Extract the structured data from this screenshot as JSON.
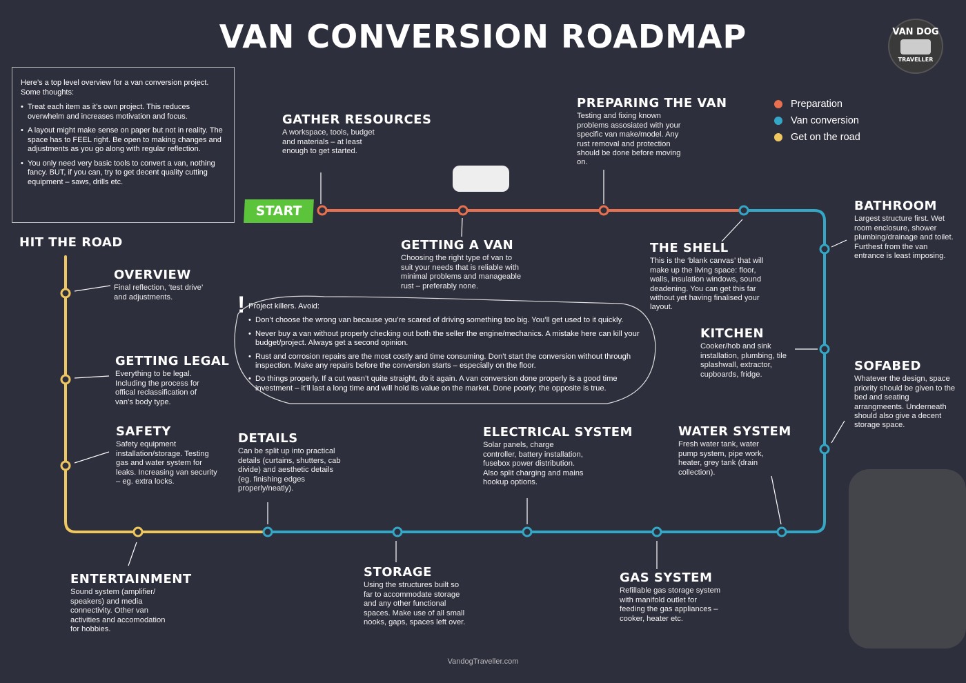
{
  "title": "VAN CONVERSION ROADMAP",
  "logo": {
    "line1": "VAN DOG",
    "line2": "TRAVELLER"
  },
  "intro": {
    "lead": "Here’s a top level overview for a van conversion project. Some thoughts:",
    "points": [
      "Treat each item as it’s own project. This reduces overwhelm and increases motivation and focus.",
      "A layout might make sense on paper but not in reality. The space has to FEEL right. Be open to making changes and adjustments as you go along with regular reflection.",
      "You only need very basic tools to convert a van, nothing fancy. BUT, if you can, try to get decent quality cutting equipment – saws, drills etc."
    ]
  },
  "legend": [
    {
      "label": "Preparation",
      "color": "#e8704f"
    },
    {
      "label": "Van conversion",
      "color": "#35a7c6"
    },
    {
      "label": "Get on the road",
      "color": "#f0c75e"
    }
  ],
  "start_label": "START",
  "hit_the_road": "HIT THE ROAD",
  "steps": {
    "gather": {
      "title": "GATHER RESOURCES",
      "text": "A workspace, tools, budget and materials – at least enough to get started."
    },
    "getting_van": {
      "title": "GETTING A VAN",
      "text": "Choosing the right type of van to suit your needs that is reliable with minimal problems and manageable rust – preferably none."
    },
    "preparing": {
      "title": "PREPARING THE VAN",
      "text": "Testing and fixing known problems assosiated with your specific van make/model. Any rust removal and protection should be done before moving on."
    },
    "shell": {
      "title": "THE SHELL",
      "text": "This is the ‘blank canvas’ that will make up the living space: floor, walls, insulation windows, sound deadening. You can get this far without yet having finalised your layout."
    },
    "bathroom": {
      "title": "BATHROOM",
      "text": "Largest structure first. Wet room enclosure, shower plumbing/drainage and toilet. Furthest from the van entrance is least imposing."
    },
    "kitchen": {
      "title": "KITCHEN",
      "text": "Cooker/hob and sink installation, plumbing, tile splashwall, extractor, cupboards, fridge."
    },
    "sofabed": {
      "title": "SOFABED",
      "text": "Whatever the design, space priority should be given to the bed and seating arrangmeents. Underneath should also give a decent storage space."
    },
    "water": {
      "title": "WATER SYSTEM",
      "text": "Fresh water tank, water pump system, pipe work, heater, grey tank (drain collection)."
    },
    "gas": {
      "title": "GAS SYSTEM",
      "text": "Refillable gas storage system with manifold outlet for feeding the gas appliances – cooker, heater etc."
    },
    "electrical": {
      "title": "ELECTRICAL SYSTEM",
      "text": "Solar panels, charge controller, battery installation, fusebox power distribution. Also split charging and mains hookup options."
    },
    "storage": {
      "title": "STORAGE",
      "text": "Using the structures built so far to accommodate storage and any other functional spaces. Make use of all small nooks, gaps, spaces left over."
    },
    "details": {
      "title": "DETAILS",
      "text": "Can be split up into practical details (curtains, shutters, cab divide) and aesthetic details (eg. finishing edges properly/neatly)."
    },
    "entertainment": {
      "title": "ENTERTAINMENT",
      "text": "Sound system (amplifier/ speakers) and media connectivity. Other van activities and accomodation for hobbies."
    },
    "safety": {
      "title": "SAFETY",
      "text": "Safety equipment installation/storage. Testing gas and water system for leaks. Increasing van security – eg. extra locks."
    },
    "legal": {
      "title": "GETTING LEGAL",
      "text": "Everything to be legal. Including the process for offical reclassification of van’s body type."
    },
    "overview": {
      "title": "OVERVIEW",
      "text": "Final reflection, ‘test drive’ and adjustments."
    }
  },
  "killers": {
    "lead": "Project killers. Avoid:",
    "points": [
      "Don’t choose the wrong van because you’re scared of driving something too big. You’ll get used to it quickly.",
      "Never buy a van without properly checking out both the seller the engine/mechanics. A mistake here can kill your budget/project. Always get a second opinion.",
      "Rust and corrosion repairs are the most costly and time consuming. Don’t start the conversion without through inspection. Make any repairs before the conversion starts – especially on the floor.",
      "Do things properly. If a cut wasn’t quite straight, do it again. A van conversion done properly is a good time investment – it’ll last a long time and will hold its value on the market. Done poorly; the opposite is true."
    ]
  },
  "footer": "VandogTraveller.com"
}
